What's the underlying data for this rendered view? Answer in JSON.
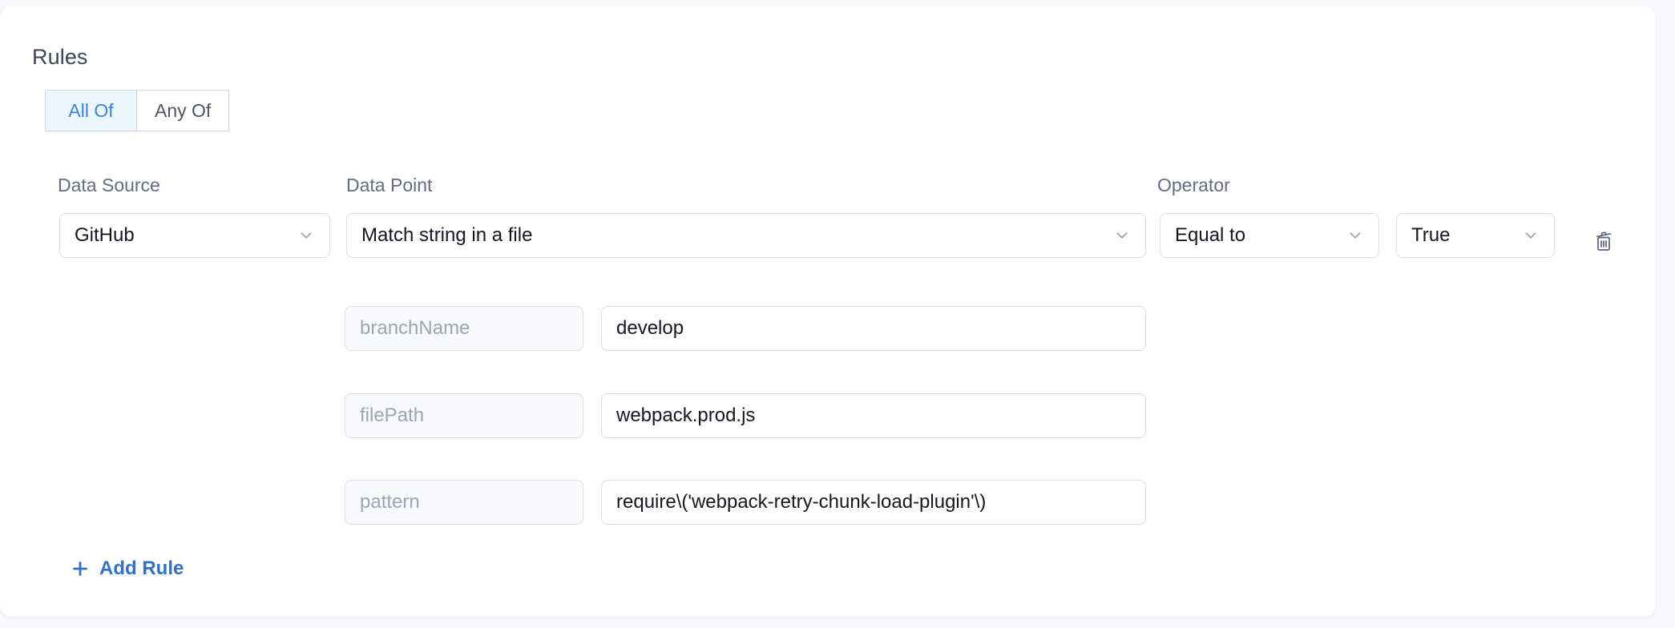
{
  "panel": {
    "title": "Rules",
    "accent_color": "#2f70c8",
    "active_toggle_bg": "#ecf6fd",
    "card_bg": "#ffffff",
    "page_bg": "#f7f8fb"
  },
  "match_toggle": {
    "options": [
      {
        "label": "All Of",
        "active": true
      },
      {
        "label": "Any Of",
        "active": false
      }
    ]
  },
  "columns": {
    "data_source": "Data Source",
    "data_point": "Data Point",
    "operator": "Operator"
  },
  "rule": {
    "data_source": {
      "value": "GitHub",
      "icon": "chevron-down-icon"
    },
    "data_point": {
      "value": "Match string in a file",
      "icon": "chevron-down-icon"
    },
    "operator": {
      "value": "Equal to",
      "icon": "chevron-down-icon"
    },
    "expected": {
      "value": "True",
      "icon": "chevron-down-icon"
    },
    "delete": {
      "icon": "trash-icon"
    },
    "parameters": [
      {
        "name": "branchName",
        "value": "develop"
      },
      {
        "name": "filePath",
        "value": "webpack.prod.js"
      },
      {
        "name": "pattern",
        "value": "require\\('webpack-retry-chunk-load-plugin'\\)"
      }
    ]
  },
  "add_rule": {
    "label": "Add Rule",
    "icon": "plus-icon"
  }
}
